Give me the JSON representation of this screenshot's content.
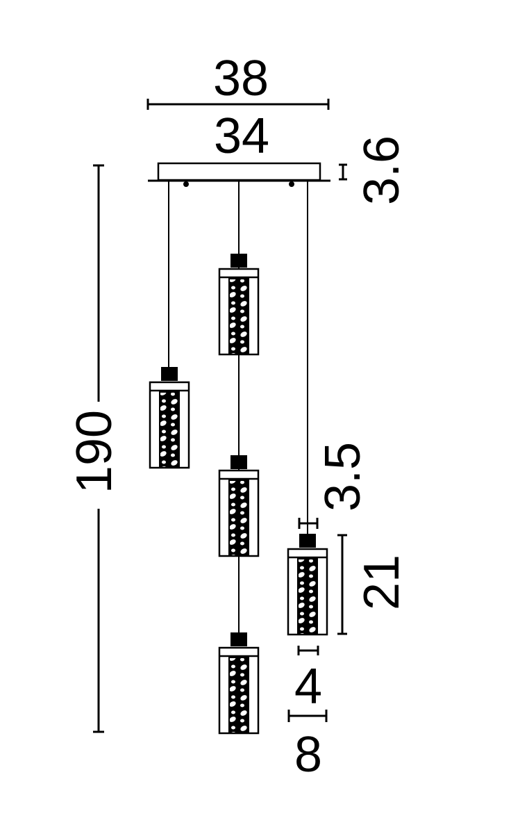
{
  "dimensions": {
    "canopy_outer_width": "38",
    "canopy_inner_width": "34",
    "canopy_height": "3.6",
    "total_height": "190",
    "cap_height": "3.5",
    "shade_height": "21",
    "shade_inner_width": "4",
    "shade_outer_width": "8"
  },
  "colors": {
    "line": "#000000",
    "background": "#ffffff"
  }
}
